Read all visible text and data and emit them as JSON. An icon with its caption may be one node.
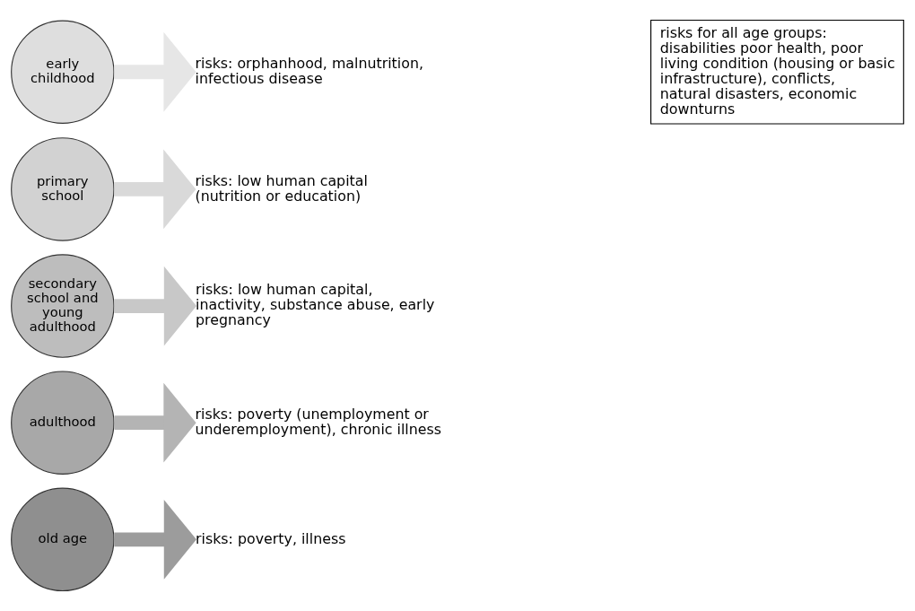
{
  "diagram": {
    "nodes": [
      {
        "text": [
          "early childhood"
        ]
      },
      {
        "text": [
          "risks: orphanhood, malnutrition, infectious disease"
        ]
      },
      {
        "text": [
          "risks for all age groups: disabilities poor health, poor living condition (housing or basic infrastructure), conflicts, natural disasters, economic downturns"
        ]
      },
      {
        "text": [
          "primary school"
        ]
      },
      {
        "text": [
          "risks: low human capital (nutrition or education)"
        ]
      },
      {
        "text": [
          "secondary school and young adulthood"
        ]
      },
      {
        "text": [
          "risks: low human capital, inactivity, substance abuse, early pregnancy"
        ]
      },
      {
        "text": [
          "adulthood"
        ]
      },
      {
        "text": [
          "risks: poverty (unemployment or underemployment), chronic illness"
        ]
      },
      {
        "text": [
          "old age"
        ]
      },
      {
        "text": [
          "risks: poverty, illness"
        ]
      }
    ],
    "edges": [
      {
        "from": 0,
        "to": 1,
        "arrow": "to",
        "color": "#e6e6e6"
      },
      {
        "from": 3,
        "to": 4,
        "arrow": "to",
        "color": "#d9d9d9"
      },
      {
        "from": 5,
        "to": 6,
        "arrow": "to",
        "color": "#c8c8c8"
      },
      {
        "from": 7,
        "to": 8,
        "arrow": "to",
        "color": "#b4b4b4"
      },
      {
        "from": 9,
        "to": 10,
        "arrow": "to",
        "color": "#9c9c9c"
      }
    ]
  }
}
